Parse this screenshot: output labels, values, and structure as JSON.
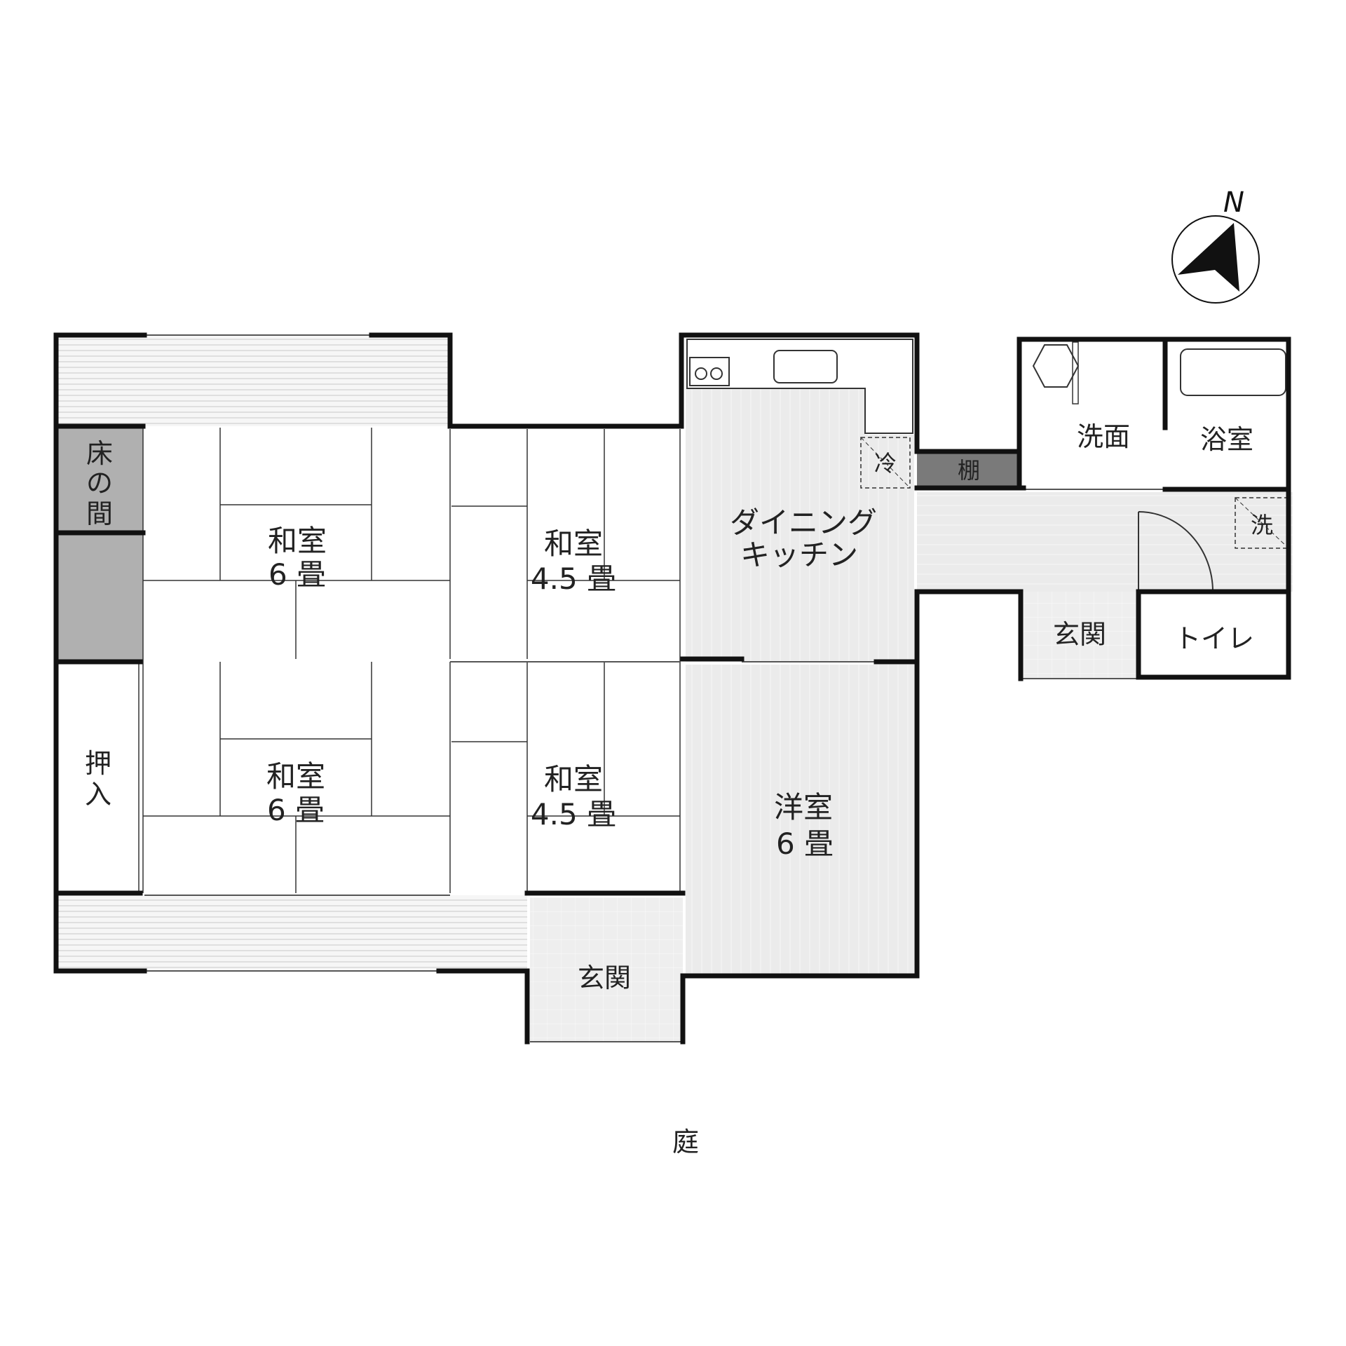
{
  "compass": {
    "north_label": "N",
    "icon": "north-arrow-icon"
  },
  "rooms": {
    "washitsu_nw": {
      "name": "和室",
      "size": "6 畳"
    },
    "washitsu_ne": {
      "name": "和室",
      "size": "4.5 畳"
    },
    "washitsu_sw": {
      "name": "和室",
      "size": "6 畳"
    },
    "washitsu_se": {
      "name": "和室",
      "size": "4.5 畳"
    },
    "tokonoma": {
      "chars": [
        "床",
        "の",
        "間"
      ]
    },
    "oshiire": {
      "chars": [
        "押",
        "入"
      ]
    },
    "dining_kitchen": {
      "line1": "ダイニング",
      "line2": "キッチン"
    },
    "fridge": "冷",
    "shelf": "棚",
    "washroom": "洗面",
    "bathroom": "浴室",
    "washer": "洗",
    "entrance_east": "玄関",
    "toilet": "トイレ",
    "youshitsu": {
      "name": "洋室",
      "size": "6 畳"
    },
    "entrance_south": "玄関"
  },
  "garden": "庭",
  "colors": {
    "wall": "#111111",
    "floor": "#ebebeb",
    "tokonoma": "#b0b0b0",
    "shelf": "#7a7a7a"
  }
}
